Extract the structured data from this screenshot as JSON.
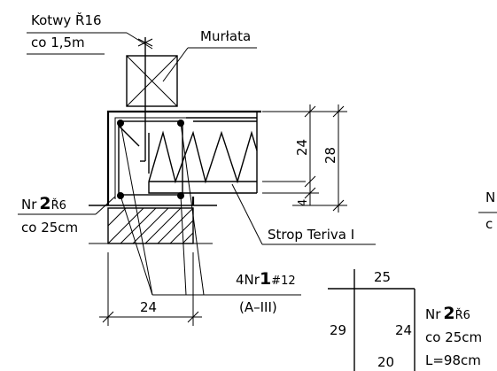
{
  "labels": {
    "anchors_title": "Kotwy Ř16",
    "anchors_spacing": "co 1,5m",
    "wall_plate": "Murłata",
    "bar2_prefix": "Nr",
    "bar2_num": "2",
    "bar2_size": "Ř6",
    "bar2_spacing": "co 25cm",
    "slab": "Strop Teriva I",
    "bar1_count": "4Nr",
    "bar1_num": "1",
    "bar1_size": "#12",
    "bar1_grade": "(A–III)",
    "right_cut_n": "N",
    "right_cut_c": "c"
  },
  "dimensions": {
    "height_inner": "24",
    "height_outer": "28",
    "slab_top": "4",
    "beam_width": "24",
    "stirrup_top": "25",
    "stirrup_left": "29",
    "stirrup_inner": "24",
    "stirrup_bottom": "20"
  },
  "stirrup_detail": {
    "prefix": "Nr",
    "num": "2",
    "size": "Ř6",
    "spacing": "co 25cm",
    "length": "L=98cm"
  }
}
